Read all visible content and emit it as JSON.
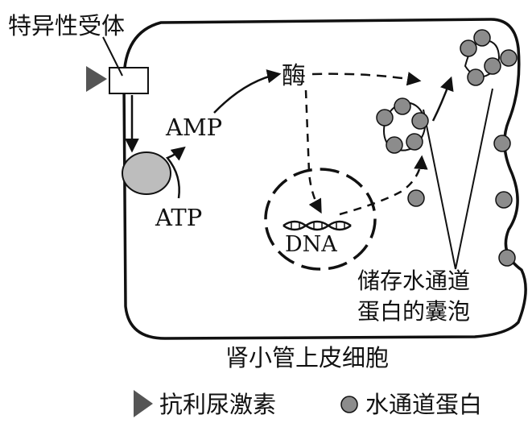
{
  "labels": {
    "receptor": "特异性受体",
    "enzyme": "酶",
    "amp": "AMP",
    "atp": "ATP",
    "dna": "DNA",
    "vesicle_line1": "储存水通道",
    "vesicle_line2": "蛋白的囊泡",
    "cell": "肾小管上皮细胞"
  },
  "legend": {
    "hormone": "抗利尿激素",
    "aquaporin": "水通道蛋白"
  },
  "colors": {
    "stroke": "#111111",
    "protein_fill": "#8c8c8c",
    "enzyme_blob_fill": "#bdbdbd",
    "hormone_fill": "#555555"
  }
}
